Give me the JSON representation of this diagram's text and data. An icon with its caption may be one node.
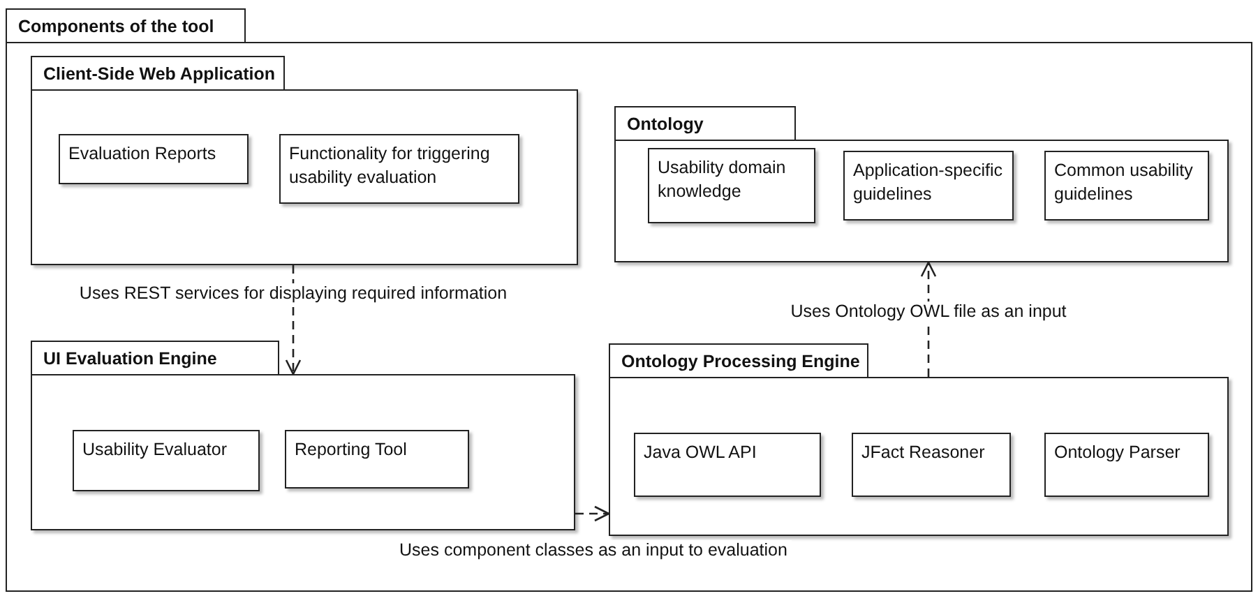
{
  "diagram": {
    "nodes": [
      {
        "text": [
          "Components of the tool"
        ]
      },
      {
        "text": [
          "Client-Side Web Application"
        ],
        "in": 0
      },
      {
        "text": [
          "Evaluation Reports"
        ],
        "in": 1
      },
      {
        "text": [
          "Functionality for triggering usability evaluation"
        ],
        "in": 1
      },
      {
        "text": [
          "Ontology"
        ],
        "in": 0
      },
      {
        "text": [
          "Usability domain knowledge"
        ],
        "in": 4
      },
      {
        "text": [
          "Application-specific guidelines"
        ],
        "in": 4
      },
      {
        "text": [
          "Common usability guidelines"
        ],
        "in": 4
      },
      {
        "text": [
          "UI Evaluation Engine"
        ],
        "in": 0
      },
      {
        "text": [
          "Usability Evaluator"
        ],
        "in": 8
      },
      {
        "text": [
          "Reporting Tool"
        ],
        "in": 8
      },
      {
        "text": [
          "Ontology Processing Engine"
        ],
        "in": 0
      },
      {
        "text": [
          "Java OWL API"
        ],
        "in": 11
      },
      {
        "text": [
          "JFact Reasoner"
        ],
        "in": 11
      },
      {
        "text": [
          "Ontology Parser"
        ],
        "in": 11
      }
    ],
    "edges": [
      {
        "from": 1,
        "to": 8,
        "arrow": "to",
        "style": "dashed",
        "label": "Uses REST services for displaying required information"
      },
      {
        "from": 11,
        "to": 4,
        "arrow": "to",
        "style": "dashed",
        "label": "Uses Ontology OWL file as an input"
      },
      {
        "from": 8,
        "to": 11,
        "arrow": "to",
        "style": "dashed",
        "label": "Uses component classes as an input to evaluation"
      }
    ]
  }
}
